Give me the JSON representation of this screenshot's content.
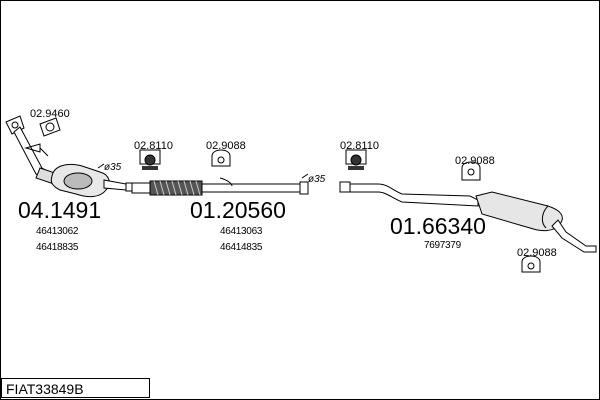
{
  "diagram": {
    "parts": [
      {
        "number": "04.1491",
        "refs": [
          "46413062",
          "46418835"
        ]
      },
      {
        "number": "01.20560",
        "refs": [
          "46413063",
          "46414835"
        ]
      },
      {
        "number": "01.66340",
        "refs": [
          "7697379"
        ]
      }
    ],
    "accessories": [
      "02.9460",
      "02.8110",
      "02.9088",
      "02.8110",
      "02.9088",
      "02.9088"
    ],
    "diameters": [
      "ø35",
      "ø35"
    ],
    "kit_id": "FIAT33849B"
  }
}
